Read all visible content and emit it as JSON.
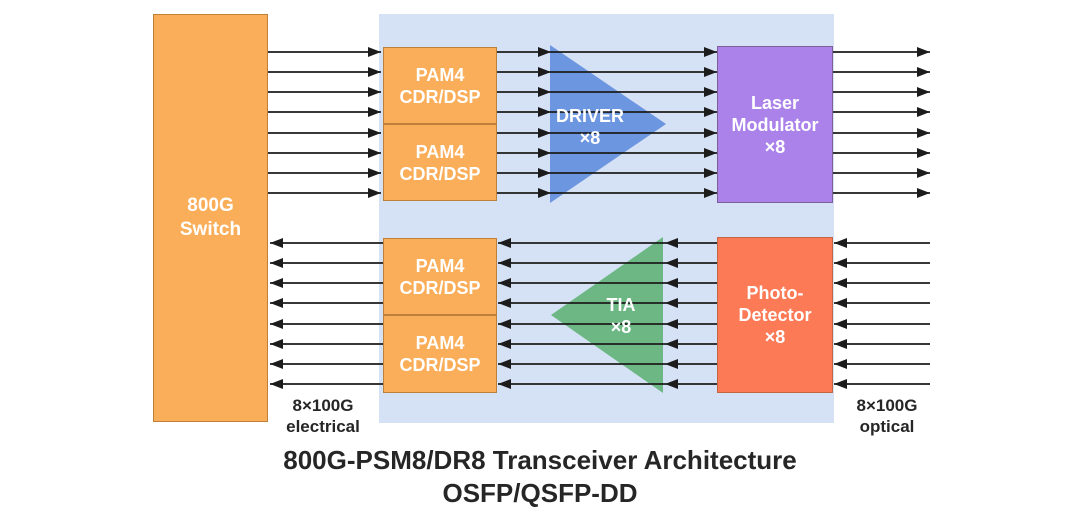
{
  "colors": {
    "module_bg": "#D5E1F4",
    "box_orange": "#FAAE59",
    "box_orange_border": "#BE8038",
    "purple": "#AA82EA",
    "purple_border": "#7E6096",
    "driver_blue": "#6C96DF",
    "tia_green": "#6DB785",
    "coral": "#FC7A55",
    "coral_border": "#C2663F",
    "line_black": "#1C1C1C",
    "text_dark": "#262626",
    "text_white": "#FFFFFF"
  },
  "diagram": {
    "switch": {
      "line1": "800G",
      "line2": "Switch"
    },
    "pam4_boxes": [
      {
        "line1": "PAM4",
        "line2": "CDR/DSP"
      },
      {
        "line1": "PAM4",
        "line2": "CDR/DSP"
      },
      {
        "line1": "PAM4",
        "line2": "CDR/DSP"
      },
      {
        "line1": "PAM4",
        "line2": "CDR/DSP"
      }
    ],
    "driver": {
      "line1": "DRIVER",
      "line2": "×8"
    },
    "tia": {
      "line1": "TIA",
      "line2": "×8"
    },
    "laser_modulator": {
      "line1": "Laser",
      "line2": "Modulator",
      "line3": "×8"
    },
    "photo_detector": {
      "line1": "Photo-",
      "line2": "Detector",
      "line3": "×8"
    },
    "left_edge_label": {
      "line1": "8×100G",
      "line2": "electrical"
    },
    "right_edge_label": {
      "line1": "8×100G",
      "line2": "optical"
    },
    "lanes_per_direction": 8
  },
  "title": {
    "line1": "800G-PSM8/DR8 Transceiver Architecture",
    "line2": "OSFP/QSFP-DD"
  }
}
